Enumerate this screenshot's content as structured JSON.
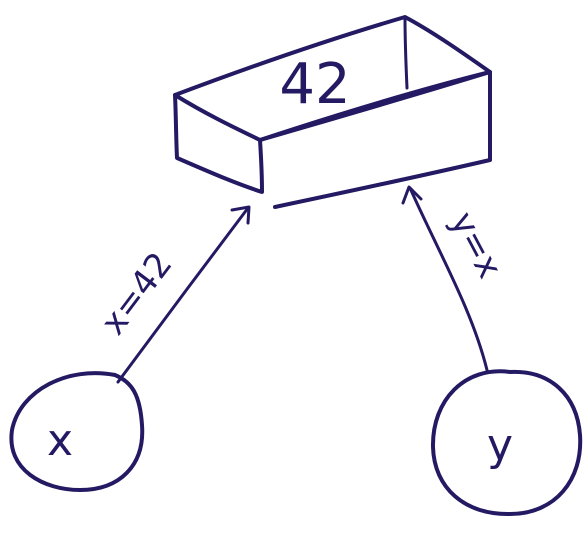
{
  "box": {
    "value": "42"
  },
  "nodes": {
    "x": {
      "label": "x"
    },
    "y": {
      "label": "y"
    }
  },
  "edges": {
    "x_to_box": {
      "label": "x=42"
    },
    "y_to_box": {
      "label": "y=x"
    }
  },
  "colors": {
    "ink": "#241a63",
    "background": "#ffffff"
  }
}
